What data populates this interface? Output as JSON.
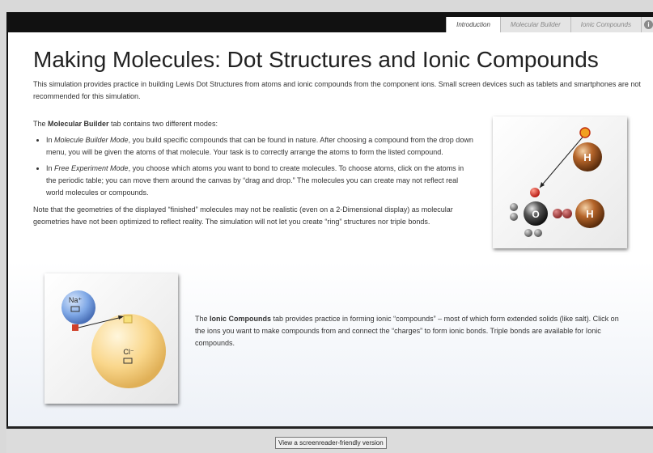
{
  "tabs": [
    {
      "label": "Introduction",
      "active": true
    },
    {
      "label": "Molecular Builder",
      "active": false
    },
    {
      "label": "Ionic Compounds",
      "active": false
    }
  ],
  "info_icon": "i",
  "page": {
    "title": "Making Molecules: Dot Structures and Ionic Compounds",
    "intro": "This simulation provides practice in building Lewis Dot Structures from atoms and ionic compounds from the component ions. Small screen devices such as tablets and smartphones are not recommended for this simulation.",
    "mb_intro_pre": "The ",
    "mb_intro_bold": "Molecular Builder",
    "mb_intro_post": " tab contains two different modes:",
    "bullet1_mode": "Molecule Builder Mode",
    "bullet1_pre": "In ",
    "bullet1_post": ", you build specific compounds that can be found in nature. After choosing a compound from the drop down menu, you will be given the atoms of that molecule. Your task is to correctly arrange the atoms to form the listed compound.",
    "bullet2_mode": "Free Experiment Mode",
    "bullet2_pre": "In ",
    "bullet2_post": ", you choose which atoms you want to bond to create molecules. To choose atoms, click on the atoms in the periodic table; you can move them around the canvas by “drag and drop.” The molecules you can create may not reflect real world molecules or compounds.",
    "note": "Note that the geometries of the displayed “finished” molecules may not be realistic (even on a 2-Dimensional display) as molecular geometries have not been optimized to reflect reality. The simulation will not let you create “ring” structures nor triple bonds.",
    "ionic_pre": "The ",
    "ionic_bold": "Ionic Compounds",
    "ionic_post": " tab provides practice in forming ionic “compounds” – most of which form extended solids (like salt). Click on the ions you want to make compounds from and connect the “charges” to form ionic bonds. Triple bonds are available for Ionic compounds."
  },
  "molecule_image": {
    "atom_h_top": "H",
    "atom_o": "O",
    "atom_h_right": "H",
    "colors": {
      "hydrogen": "#8a4a1c",
      "oxygen": "#3a3a3a",
      "charge_dot": "#e52a1e",
      "bond_highlight": "#f2a020"
    }
  },
  "ion_image": {
    "cation": "Na⁺",
    "anion": "Cl⁻",
    "colors": {
      "cation": "#7fa8e6",
      "anion": "#f9d68a"
    }
  },
  "footer": {
    "screenreader_button": "View a screenreader-friendly version"
  }
}
